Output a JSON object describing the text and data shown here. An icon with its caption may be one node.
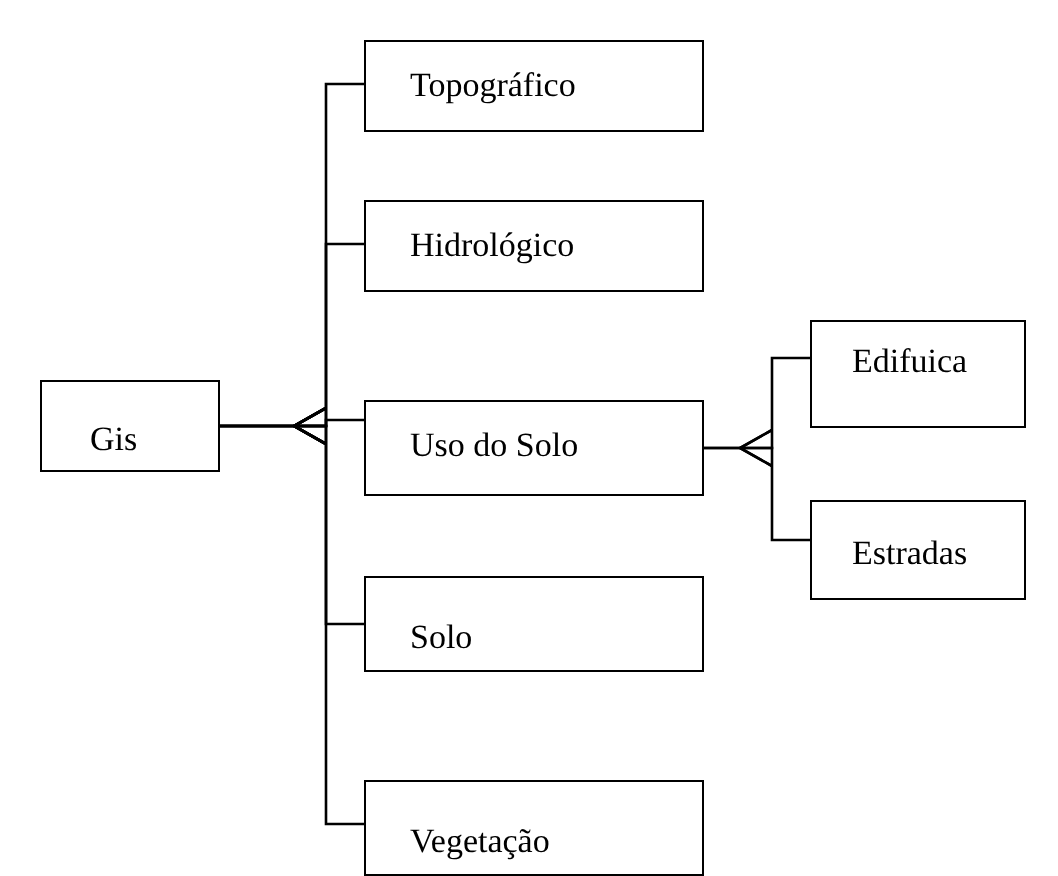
{
  "diagram": {
    "nodes": [
      {
        "text": [
          "Gis"
        ]
      },
      {
        "text": [
          "Topográfico"
        ]
      },
      {
        "text": [
          "Hidrológico"
        ]
      },
      {
        "text": [
          "Uso do Solo"
        ]
      },
      {
        "text": [
          "Solo"
        ]
      },
      {
        "text": [
          "Vegetação"
        ]
      },
      {
        "text": [
          "Edifuica"
        ]
      },
      {
        "text": [
          "Estradas"
        ]
      }
    ],
    "edges": [
      {
        "from": 1,
        "to": 0,
        "arrow": "to"
      },
      {
        "from": 2,
        "to": 0,
        "arrow": "to"
      },
      {
        "from": 3,
        "to": 0,
        "arrow": "to"
      },
      {
        "from": 4,
        "to": 0,
        "arrow": "to"
      },
      {
        "from": 5,
        "to": 0,
        "arrow": "to"
      },
      {
        "from": 6,
        "to": 3,
        "arrow": "to"
      },
      {
        "from": 7,
        "to": 3,
        "arrow": "to"
      }
    ]
  }
}
